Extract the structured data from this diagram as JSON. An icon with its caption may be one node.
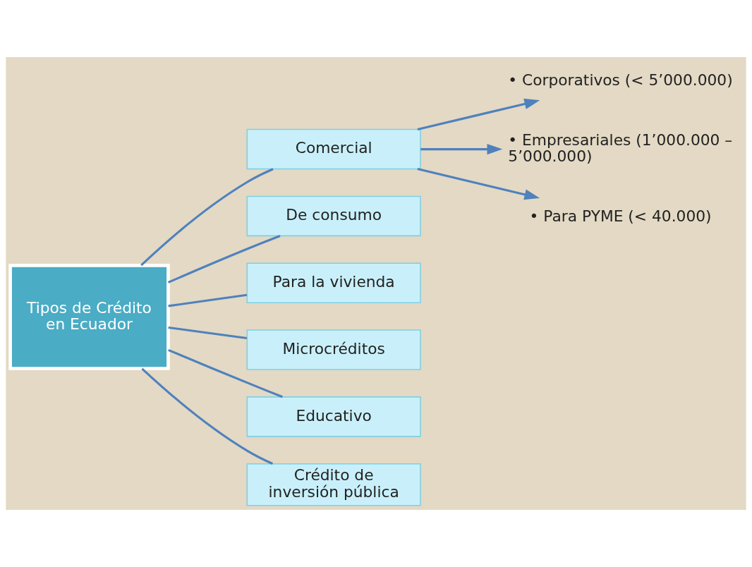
{
  "diagram": {
    "nodes": [
      {
        "text": [
          "Tipos de Crédito en Ecuador"
        ]
      },
      {
        "text": [
          "Comercial"
        ]
      },
      {
        "text": [
          "De consumo"
        ]
      },
      {
        "text": [
          "Para la vivienda"
        ]
      },
      {
        "text": [
          "Microcréditos"
        ]
      },
      {
        "text": [
          "Educativo"
        ]
      },
      {
        "text": [
          "Crédito de inversión pública"
        ]
      },
      {
        "text": [
          "• Corporativos (< 5’000.000)"
        ]
      },
      {
        "text": [
          "• Empresariales (1’000.000 – 5’000.000)"
        ]
      },
      {
        "text": [
          "• Para PYME (< 40.000)"
        ]
      }
    ],
    "edges": [
      {
        "from": 0,
        "to": 1,
        "arrow": "none"
      },
      {
        "from": 0,
        "to": 2,
        "arrow": "none"
      },
      {
        "from": 0,
        "to": 3,
        "arrow": "none"
      },
      {
        "from": 0,
        "to": 4,
        "arrow": "none"
      },
      {
        "from": 0,
        "to": 5,
        "arrow": "none"
      },
      {
        "from": 0,
        "to": 6,
        "arrow": "none"
      },
      {
        "from": 1,
        "to": 7,
        "arrow": "to"
      },
      {
        "from": 1,
        "to": 8,
        "arrow": "to"
      },
      {
        "from": 1,
        "to": 9,
        "arrow": "to"
      }
    ]
  }
}
